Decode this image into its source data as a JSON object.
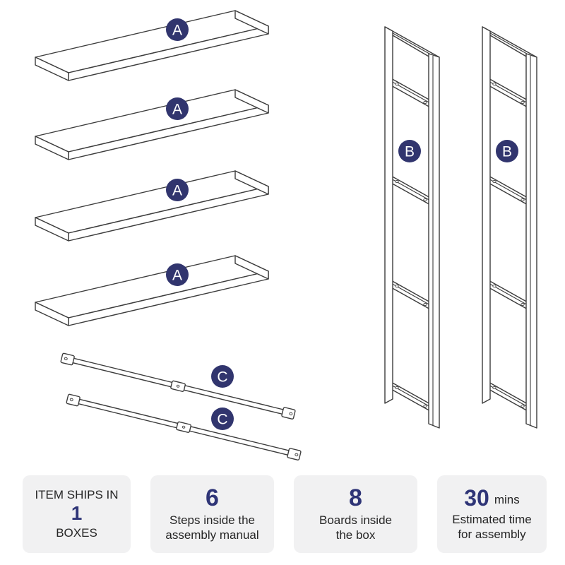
{
  "diagram": {
    "line_color": "#3C3C3C",
    "badge": {
      "bg_color": "#31356E",
      "text_color": "#FFFFFF"
    },
    "labels": {
      "shelf_board": "A",
      "side_frame": "B",
      "cross_bar": "C"
    }
  },
  "info_cards": {
    "accent_color": "#2F3577",
    "card_bg_color": "#F1F1F2",
    "ships_in": {
      "title": "ITEM SHIPS IN",
      "value": "1",
      "caption": "BOXES"
    },
    "steps": {
      "value": "6",
      "caption_line1": "Steps inside the",
      "caption_line2": "assembly manual"
    },
    "boards": {
      "value": "8",
      "caption_line1": "Boards inside",
      "caption_line2": "the box"
    },
    "assembly_time": {
      "value": "30",
      "unit": "mins",
      "caption_line1": "Estimated time",
      "caption_line2": "for assembly"
    }
  }
}
